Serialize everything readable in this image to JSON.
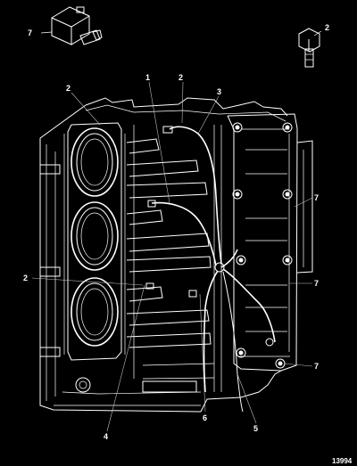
{
  "figure_number": "13994",
  "callouts": [
    {
      "id": "c7a",
      "label": "7"
    },
    {
      "id": "c2a",
      "label": "2"
    },
    {
      "id": "c2b",
      "label": "2"
    },
    {
      "id": "c1",
      "label": "1"
    },
    {
      "id": "c2c",
      "label": "2"
    },
    {
      "id": "c3",
      "label": "3"
    },
    {
      "id": "c7b",
      "label": "7"
    },
    {
      "id": "c2d",
      "label": "2"
    },
    {
      "id": "c7c",
      "label": "7"
    },
    {
      "id": "c7d",
      "label": "7"
    },
    {
      "id": "c4",
      "label": "4"
    },
    {
      "id": "c6",
      "label": "6"
    },
    {
      "id": "c5",
      "label": "5"
    }
  ]
}
